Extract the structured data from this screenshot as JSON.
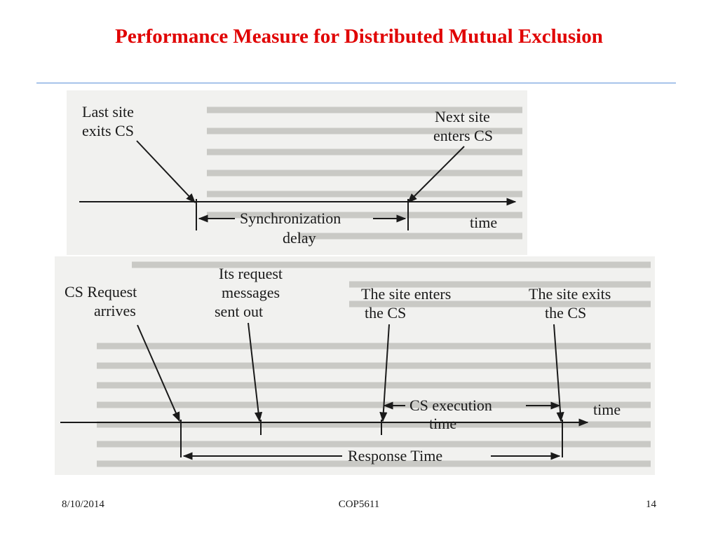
{
  "slide": {
    "title": "Performance Measure for Distributed Mutual Exclusion"
  },
  "diagram_top": {
    "last_site_line1": "Last  site",
    "last_site_line2": "exits  CS",
    "next_site_line1": "Next  site",
    "next_site_line2": "enters  CS",
    "sync_line1": "Synchronization",
    "sync_line2": "delay",
    "time": "time"
  },
  "diagram_bottom": {
    "request_line1": "CS  Request",
    "request_line2": "arrives",
    "messages_line1": "Its  request",
    "messages_line2": "messages",
    "messages_line3": "sent  out",
    "enters_line1": "The  site  enters",
    "enters_line2": "the CS",
    "exits_line1": "The site exits",
    "exits_line2": "the CS",
    "execution_line1": "CS  execution",
    "execution_line2": "time",
    "time": "time",
    "response": "Response  Time"
  },
  "footer": {
    "date": "8/10/2014",
    "course": "COP5611",
    "page": "14"
  }
}
